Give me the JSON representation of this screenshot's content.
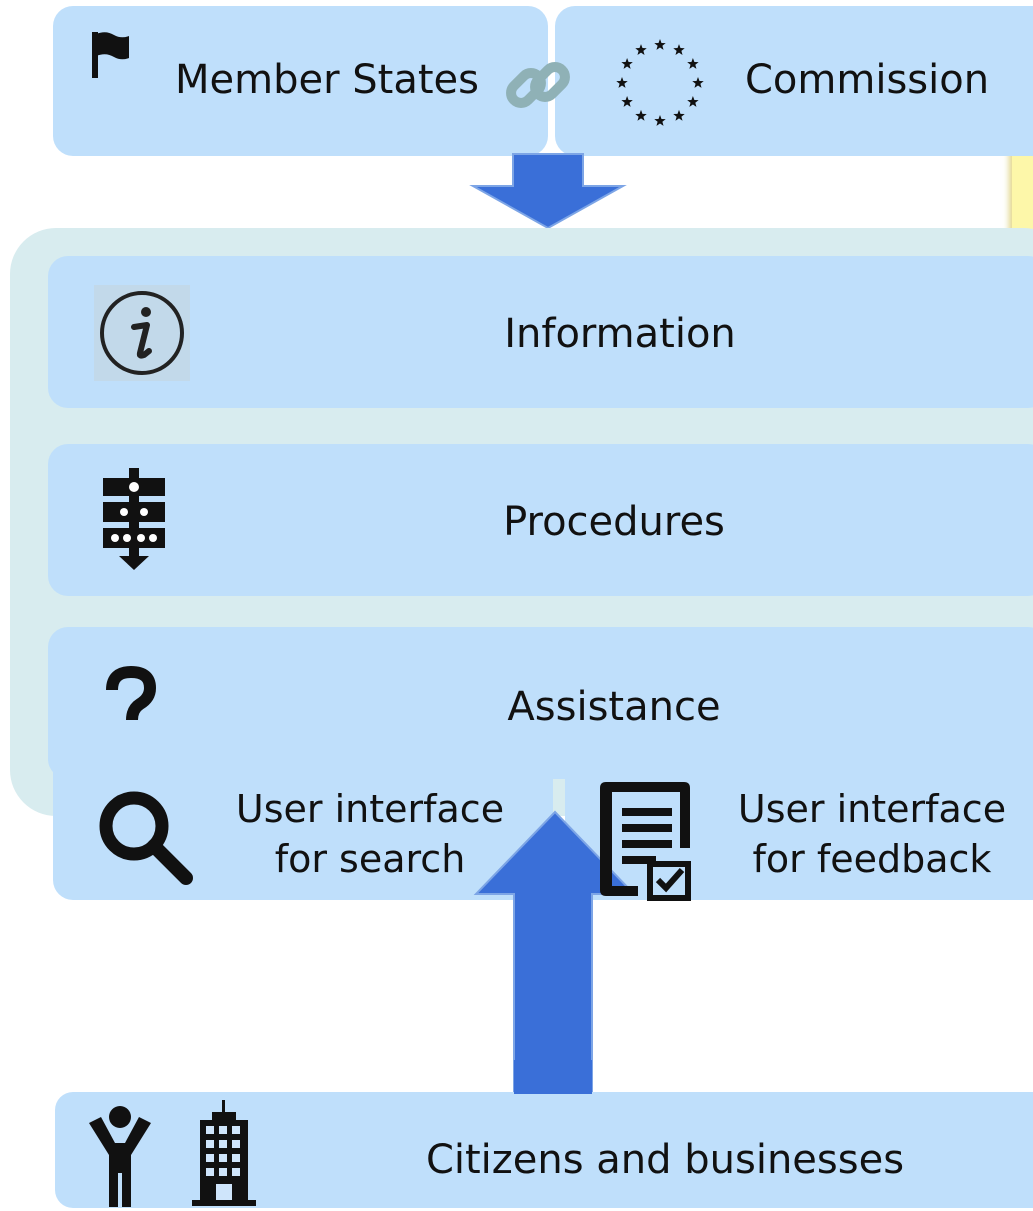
{
  "top": {
    "member_states": "Member States",
    "commission": "Commission"
  },
  "services": {
    "information": "Information",
    "procedures": "Procedures",
    "assistance": "Assistance"
  },
  "interfaces": {
    "search_line1": "User interface",
    "search_line2": "for search",
    "feedback_line1": "User interface",
    "feedback_line2": "for feedback"
  },
  "users": {
    "label": "Citizens and businesses"
  },
  "icons": {
    "flag": "flag-icon",
    "link": "chain-link-icon",
    "eu_stars": "eu-stars-icon",
    "information": "information-icon",
    "procedures": "procedure-flow-icon",
    "assistance": "question-mark-icon",
    "search": "magnifier-icon",
    "feedback": "feedback-form-icon",
    "person": "person-icon",
    "building": "building-icon"
  },
  "colors": {
    "box": "#bfdffb",
    "panel": "#d8ecef",
    "arrow": "#3a6fd8",
    "note": "#fdf7a9"
  }
}
